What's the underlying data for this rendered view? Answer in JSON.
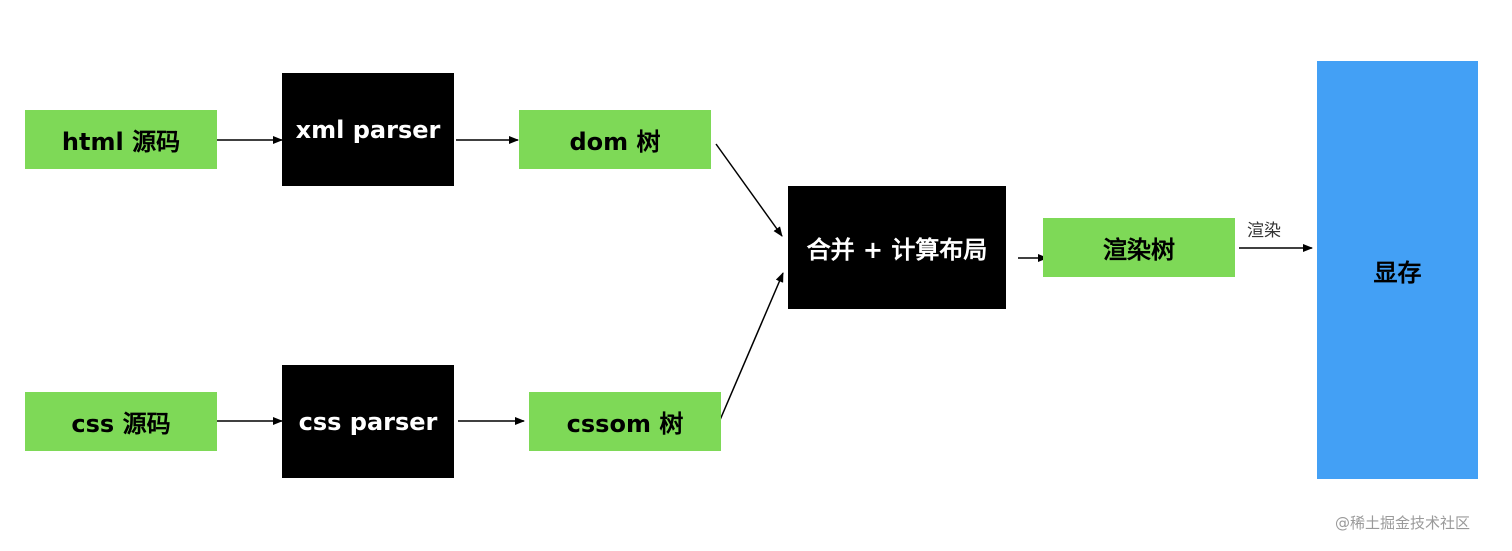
{
  "nodes": {
    "html_source": "html 源码",
    "css_source": "css 源码",
    "xml_parser": "xml parser",
    "css_parser": "css parser",
    "dom_tree": "dom 树",
    "cssom_tree": "cssom 树",
    "merge": "合并 + 计算布局",
    "render_tree": "渲染树",
    "vram": "显存"
  },
  "edge_labels": {
    "render": "渲染"
  },
  "watermark": "@稀土掘金技术社区",
  "colors": {
    "green_node": "#7ed957",
    "black_node": "#000000",
    "blue_node": "#43a0f5"
  }
}
